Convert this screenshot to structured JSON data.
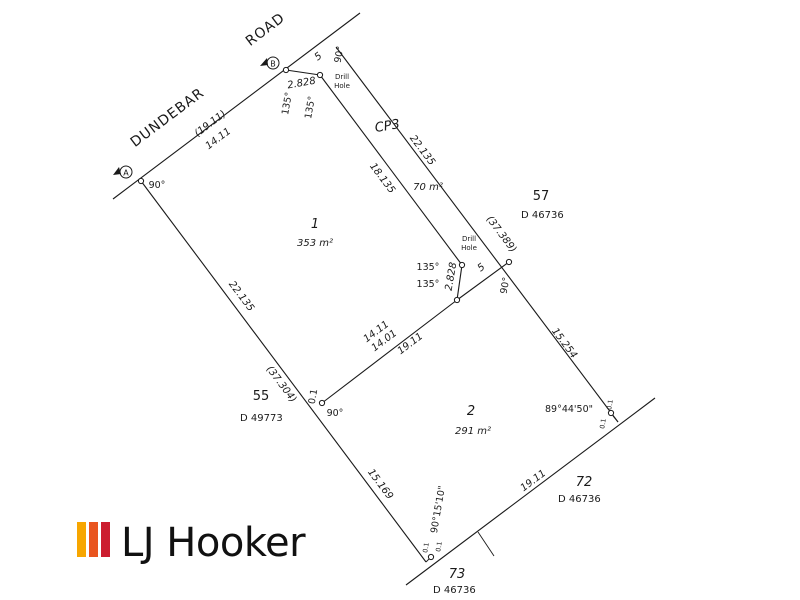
{
  "road": {
    "word1": "DUNDEBAR",
    "word2": "ROAD"
  },
  "markers": {
    "a": "A",
    "b": "B"
  },
  "lots": {
    "lot1": {
      "number": "1",
      "area": "353 m²"
    },
    "lot2": {
      "number": "2",
      "area": "291 m²"
    },
    "cp3": {
      "label": "CP3",
      "area": "70 m²"
    }
  },
  "neighbours": {
    "n55": {
      "number": "55",
      "dp": "D 49773"
    },
    "n57": {
      "number": "57",
      "dp": "D 46736"
    },
    "n72": {
      "number": "72",
      "dp": "D 46736"
    },
    "n73": {
      "number": "73",
      "dp": "D 46736"
    }
  },
  "dimensions": {
    "frontage_total": "(19.11)",
    "frontage_lot1": "14.11",
    "chord_top": "2.828",
    "road_cp3": "5",
    "cp3_east": "22.135",
    "cp3_west": "18.135",
    "east_total": "(37.389)",
    "west_lot1": "22.135",
    "west_total": "(37.304)",
    "mid_a": "14.11",
    "mid_b": "14.01",
    "mid_c": "19.11",
    "chord_mid": "2.828",
    "cp3_bottom": "5",
    "east_lot2": "15.254",
    "west_lot2": "15.169",
    "rear": "19.11",
    "offset_west": "0.1",
    "offset_rear_w1": "0.1",
    "offset_rear_w2": "0.1",
    "offset_rear_e1": "0.1",
    "offset_rear_e2": "0.1"
  },
  "angles": {
    "a_corner": "90°",
    "top_right": "90°",
    "top_left1": "135°",
    "top_left2": "135°",
    "mid_1": "135°",
    "mid_2": "135°",
    "east_mid": "90°",
    "west_mid": "90°",
    "rear_east": "89°44'50\"",
    "rear_west": "90°15'10\""
  },
  "drill_holes": [
    {
      "line1": "Drill",
      "line2": "Hole"
    },
    {
      "line1": "Drill",
      "line2": "Hole"
    }
  ],
  "logo": {
    "text": "LJ Hooker",
    "colors": [
      "#f7a600",
      "#e9551f",
      "#cc1d2f"
    ]
  }
}
